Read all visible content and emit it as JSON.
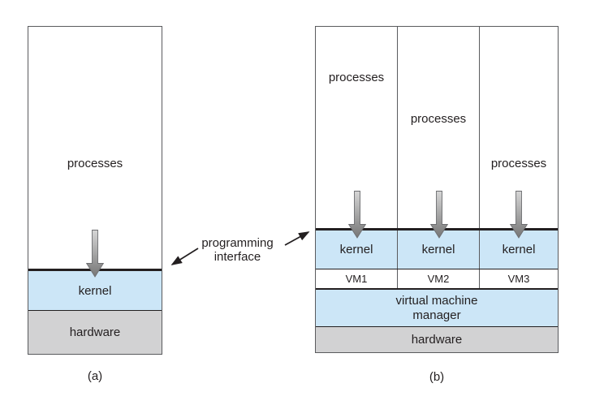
{
  "figure_a": {
    "processes_label": "processes",
    "kernel_label": "kernel",
    "hardware_label": "hardware",
    "caption": "(a)"
  },
  "figure_b": {
    "columns": [
      {
        "processes_label": "processes",
        "kernel_label": "kernel",
        "vm_label": "VM1"
      },
      {
        "processes_label": "processes",
        "kernel_label": "kernel",
        "vm_label": "VM2"
      },
      {
        "processes_label": "processes",
        "kernel_label": "kernel",
        "vm_label": "VM3"
      }
    ],
    "vmm_line1": "virtual machine",
    "vmm_line2": "manager",
    "hardware_label": "hardware",
    "caption": "(b)"
  },
  "annotation": {
    "line1": "programming",
    "line2": "interface"
  },
  "icons": [
    "down-arrow-icon",
    "annotation-arrow-left-icon",
    "annotation-arrow-right-icon"
  ],
  "colors": {
    "kernel_fill": "#cce6f7",
    "hardware_fill": "#d2d2d3",
    "text": "#231f20",
    "line": "#231f20",
    "border": "#5a5b5e",
    "arrow_top": "#d6d6d6",
    "arrow_bottom": "#767676",
    "arrow_outline": "#6d6e71",
    "bg": "#ffffff"
  }
}
